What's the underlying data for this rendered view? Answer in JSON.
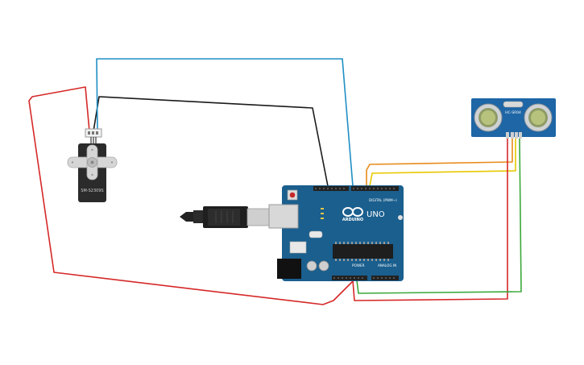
{
  "servo": {
    "model": "SM-S2309S"
  },
  "arduino": {
    "logo_text": "ARDUINO",
    "model": "UNO",
    "digital_label": "DIGITAL (PWM~)",
    "power_label": "POWER",
    "analog_label": "ANALOG IN"
  },
  "sensor": {
    "model": "HC-SR04"
  },
  "colors": {
    "wire_red": "#d62828",
    "wire_black": "#1a1a1a",
    "wire_blue": "#1f8fc4",
    "wire_orange": "#e88a1a",
    "wire_yellow": "#e8c800",
    "wire_green": "#3aa83a",
    "board_blue": "#1a5f8e",
    "sensor_blue": "#1e66a6"
  }
}
